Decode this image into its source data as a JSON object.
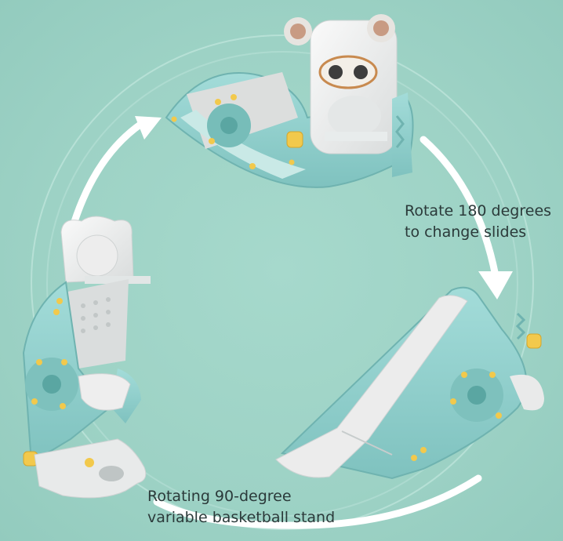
{
  "captions": {
    "rotate_slides": [
      "Rotate 180 degrees",
      "to change slides"
    ],
    "basketball_stand": [
      "Rotating 90-degree",
      "variable basketball stand"
    ]
  },
  "colors": {
    "background": "#9ed3c6",
    "frame_teal": "#8fd0cd",
    "slide_white": "#eeeeee",
    "accent_yellow": "#f2c94c",
    "arrow_white": "#ffffff"
  },
  "icons": [
    "rotation-arrow-icon",
    "panda-face-icon"
  ]
}
